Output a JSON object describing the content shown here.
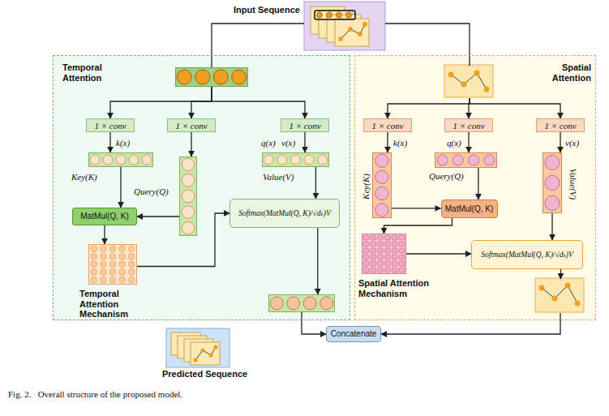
{
  "diagram": {
    "caption": "Fig. 2.   Overall structure of the proposed model.",
    "nodes": [
      {
        "text": [
          "Input Sequence"
        ]
      },
      {
        "text": [
          "Temporal Attention"
        ]
      },
      {
        "text": [],
        "in": 1
      },
      {
        "text": [
          "1 × conv"
        ],
        "in": 1
      },
      {
        "text": [
          "1 × conv"
        ],
        "in": 1
      },
      {
        "text": [
          "1 × conv"
        ],
        "in": 1
      },
      {
        "text": [
          "k(x)",
          "Key(K)"
        ],
        "in": 1
      },
      {
        "text": [
          "Query(Q)"
        ],
        "in": 1
      },
      {
        "text": [
          "q(x)",
          "v(x)",
          "Value(V)"
        ],
        "in": 1
      },
      {
        "text": [
          "MatMul(Q, K)"
        ],
        "in": 1
      },
      {
        "text": [
          "Softmax(MatMul(Q, K)/√dₖ)V"
        ],
        "in": 1
      },
      {
        "text": [
          "Temporal Attention Mechanism"
        ],
        "in": 1
      },
      {
        "text": [],
        "in": 1
      },
      {
        "text": [
          "Spatial Attention"
        ]
      },
      {
        "text": [],
        "in": 13
      },
      {
        "text": [
          "1 × conv"
        ],
        "in": 13
      },
      {
        "text": [
          "1 × conv"
        ],
        "in": 13
      },
      {
        "text": [
          "1 × conv"
        ],
        "in": 13
      },
      {
        "text": [
          "k(x)",
          "Key(K)"
        ],
        "in": 13
      },
      {
        "text": [
          "q(x)",
          "Query(Q)"
        ],
        "in": 13
      },
      {
        "text": [
          "v(x)",
          "Value(V)"
        ],
        "in": 13
      },
      {
        "text": [
          "MatMul(Q, K)"
        ],
        "in": 13
      },
      {
        "text": [
          "Softmax(MatMul(Q, K)/√dₖ)V"
        ],
        "in": 13
      },
      {
        "text": [
          "Spatial Attention Mechanism"
        ],
        "in": 13
      },
      {
        "text": [],
        "in": 13
      },
      {
        "text": [
          "Concatenate"
        ]
      },
      {
        "text": [
          "Predicted Sequence"
        ]
      }
    ],
    "edges": [
      {
        "from": 0,
        "to": 2,
        "arrow": "none"
      },
      {
        "from": 0,
        "to": 14,
        "arrow": "none"
      },
      {
        "from": 2,
        "to": 3,
        "arrow": "to"
      },
      {
        "from": 2,
        "to": 4,
        "arrow": "to"
      },
      {
        "from": 2,
        "to": 5,
        "arrow": "to"
      },
      {
        "from": 3,
        "to": 6,
        "arrow": "to"
      },
      {
        "from": 4,
        "to": 7,
        "arrow": "to"
      },
      {
        "from": 5,
        "to": 8,
        "arrow": "to"
      },
      {
        "from": 6,
        "to": 9,
        "arrow": "to"
      },
      {
        "from": 7,
        "to": 9,
        "arrow": "to"
      },
      {
        "from": 9,
        "to": 11,
        "arrow": "to"
      },
      {
        "from": 11,
        "to": 10,
        "arrow": "to"
      },
      {
        "from": 8,
        "to": 10,
        "arrow": "to"
      },
      {
        "from": 10,
        "to": 12,
        "arrow": "to"
      },
      {
        "from": 12,
        "to": 25,
        "arrow": "to"
      },
      {
        "from": 14,
        "to": 15,
        "arrow": "to"
      },
      {
        "from": 14,
        "to": 16,
        "arrow": "to"
      },
      {
        "from": 14,
        "to": 17,
        "arrow": "to"
      },
      {
        "from": 15,
        "to": 18,
        "arrow": "to"
      },
      {
        "from": 16,
        "to": 19,
        "arrow": "to"
      },
      {
        "from": 17,
        "to": 20,
        "arrow": "to"
      },
      {
        "from": 18,
        "to": 21,
        "arrow": "to"
      },
      {
        "from": 19,
        "to": 21,
        "arrow": "to"
      },
      {
        "from": 21,
        "to": 23,
        "arrow": "to"
      },
      {
        "from": 23,
        "to": 22,
        "arrow": "to"
      },
      {
        "from": 20,
        "to": 22,
        "arrow": "to"
      },
      {
        "from": 22,
        "to": 24,
        "arrow": "to"
      },
      {
        "from": 24,
        "to": 25,
        "arrow": "to"
      }
    ]
  }
}
